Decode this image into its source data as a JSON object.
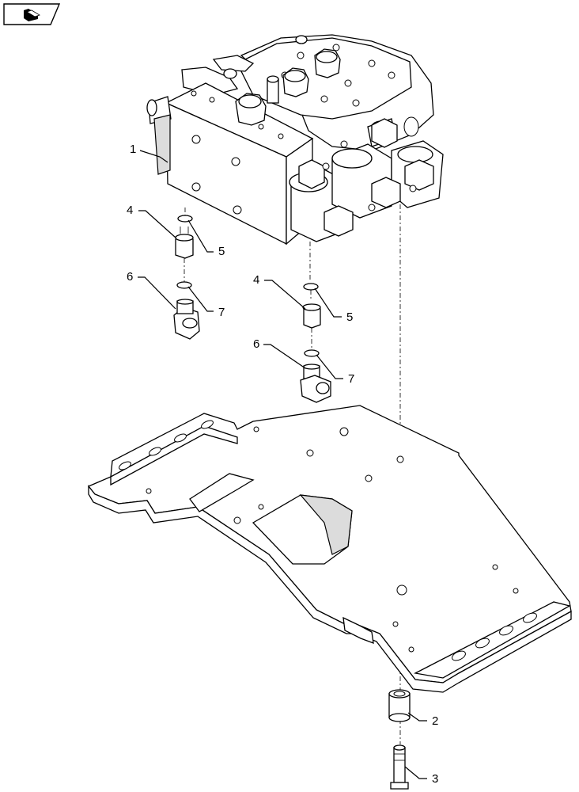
{
  "nav": {
    "icon": "book-navigation-icon"
  },
  "callouts": [
    {
      "id": "c1",
      "label": "1"
    },
    {
      "id": "c4a",
      "label": "4"
    },
    {
      "id": "c5a",
      "label": "5"
    },
    {
      "id": "c6a",
      "label": "6"
    },
    {
      "id": "c7a",
      "label": "7"
    },
    {
      "id": "c4b",
      "label": "4"
    },
    {
      "id": "c5b",
      "label": "5"
    },
    {
      "id": "c6b",
      "label": "6"
    },
    {
      "id": "c7b",
      "label": "7"
    },
    {
      "id": "c2",
      "label": "2"
    },
    {
      "id": "c3",
      "label": "3"
    }
  ]
}
